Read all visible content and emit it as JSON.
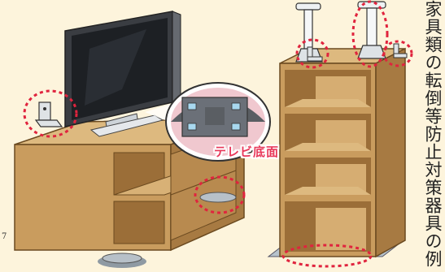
{
  "caption": "家具類の転倒等防止対策器具の例",
  "tv_base_label": "テレビ底面",
  "left_edge_mark": "7",
  "colors": {
    "background": "#fdf4dc",
    "wood": "#c99c5e",
    "wood_dark": "#a77a42",
    "wood_light": "#ddb97f",
    "metal": "#d6dbe0",
    "highlight_circle": "#e0243e",
    "label_red": "#e8385a"
  },
  "icons": [
    "tv-icon",
    "tv-stand-icon",
    "bookshelf-icon",
    "tension-pole-icon",
    "l-bracket-icon",
    "stopper-mat-icon",
    "magnifier-icon"
  ]
}
